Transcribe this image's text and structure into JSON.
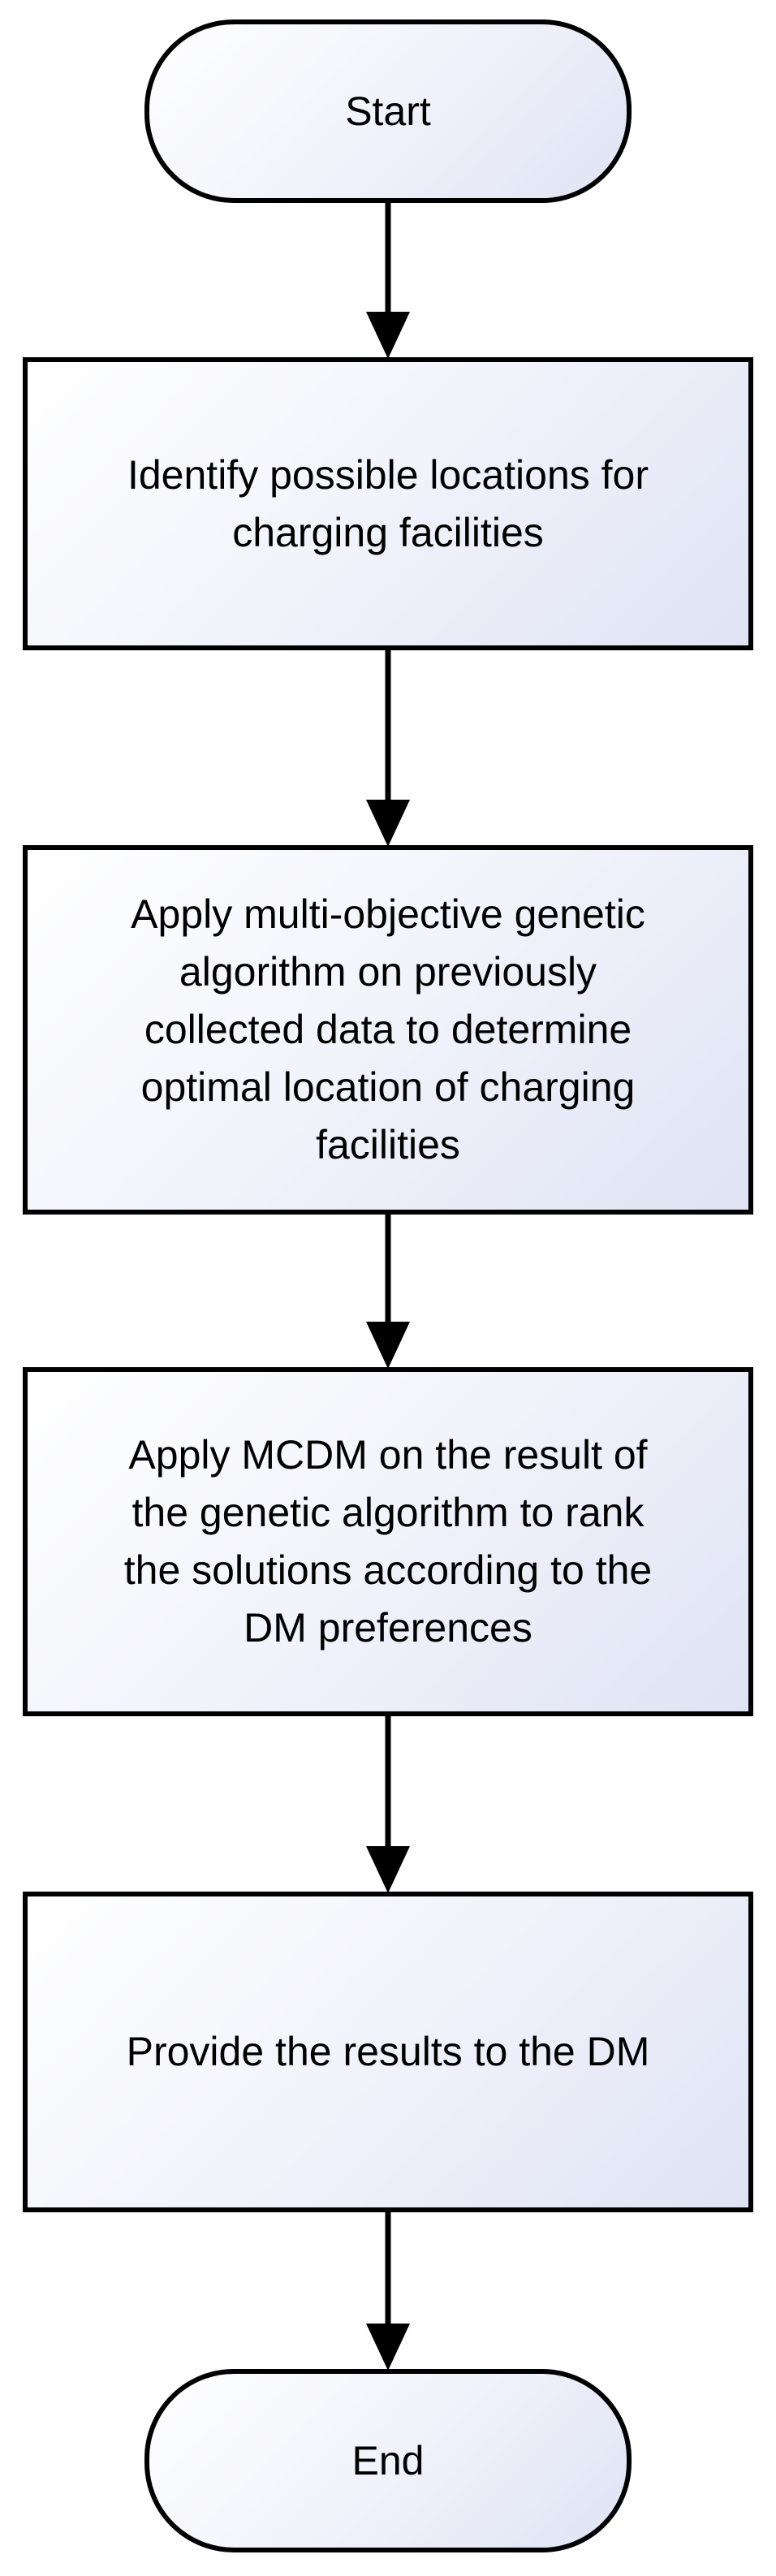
{
  "flowchart": {
    "start": {
      "label": "Start"
    },
    "steps": [
      {
        "label": "Identify possible locations for\ncharging facilities"
      },
      {
        "label": "Apply multi-objective genetic\nalgorithm on previously\ncollected data to determine\noptimal location of charging\nfacilities"
      },
      {
        "label": "Apply MCDM on the result of\nthe genetic algorithm to rank\nthe solutions according to the\nDM preferences"
      },
      {
        "label": "Provide the results to the DM"
      }
    ],
    "end": {
      "label": "End"
    }
  },
  "colors": {
    "stroke": "#000000",
    "fill_light": "#ffffff",
    "fill_dark": "#dfe3f4",
    "text": "#000000"
  }
}
